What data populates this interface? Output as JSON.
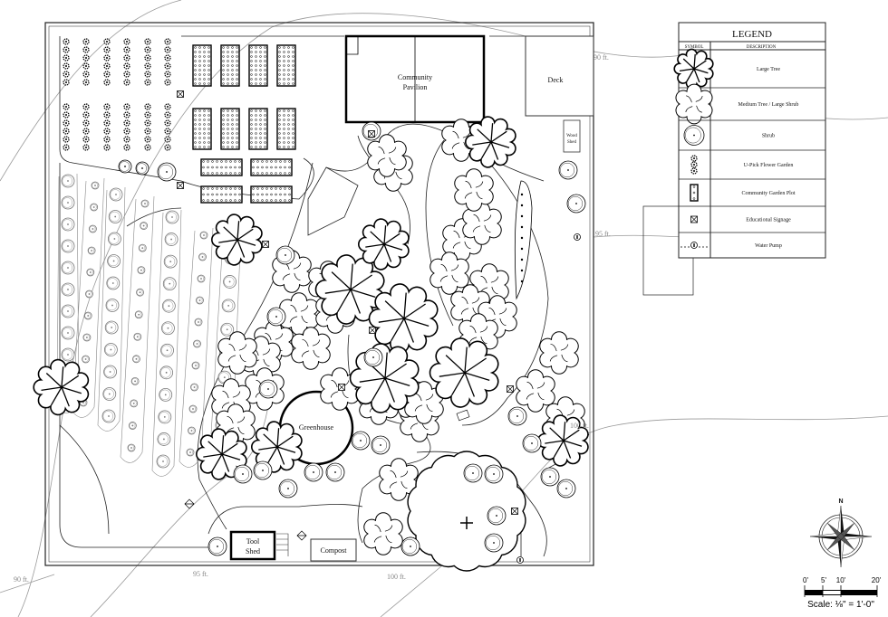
{
  "plan": {
    "labels": {
      "pavilion": [
        "Community",
        "Pavilion"
      ],
      "deck": "Deck",
      "wood_shed": [
        "Wood",
        "Shed"
      ],
      "greenhouse": "Greenhouse",
      "tool_shed": [
        "Tool",
        "Shed"
      ],
      "compost": "Compost"
    },
    "contours": [
      "90 ft.",
      "95 ft.",
      "100 ft.",
      "90 ft.",
      "95 ft.",
      "100 ft."
    ]
  },
  "legend": {
    "title": "LEGEND",
    "col_symbol": "SYMBOL",
    "col_description": "DESCRIPTION",
    "items": [
      {
        "icon": "large-tree-icon",
        "label": "Large Tree"
      },
      {
        "icon": "medium-tree-icon",
        "label": "Medium Tree / Large Shrub"
      },
      {
        "icon": "shrub-icon",
        "label": "Shrub"
      },
      {
        "icon": "flower-garden-icon",
        "label": "U-Pick Flower Garden"
      },
      {
        "icon": "garden-plot-icon",
        "label": "Community Garden Plot"
      },
      {
        "icon": "signage-icon",
        "label": "Educational Signage"
      },
      {
        "icon": "water-pump-icon",
        "label": "Water Pump"
      }
    ]
  },
  "compass": {
    "north": "N"
  },
  "scale": {
    "ticks": [
      "0'",
      "5'",
      "10'",
      "20'"
    ],
    "text": "Scale: ⅛\" = 1'-0\""
  }
}
